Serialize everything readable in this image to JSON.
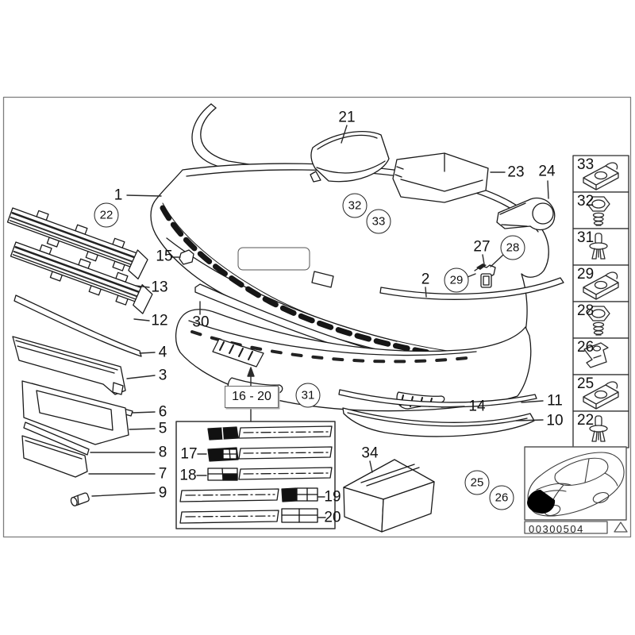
{
  "diagram": {
    "footer_number": "00300504",
    "range_label": "16 - 20"
  },
  "callouts": {
    "plain": {
      "n1": "1",
      "n2": "2",
      "n3": "3",
      "n4": "4",
      "n5": "5",
      "n6": "6",
      "n7": "7",
      "n8": "8",
      "n9": "9",
      "n10": "10",
      "n11": "11",
      "n12": "12",
      "n13": "13",
      "n14": "14",
      "n15": "15",
      "n17": "17",
      "n18": "18",
      "n19": "19",
      "n20": "20",
      "n21": "21",
      "n23": "23",
      "n24": "24",
      "n27": "27",
      "n30": "30",
      "n34": "34"
    },
    "circled": {
      "n22": "22",
      "n25": "25",
      "n26": "26",
      "n28": "28",
      "n29": "29",
      "n31": "31",
      "n32": "32",
      "n33": "33"
    }
  },
  "legend": {
    "items": [
      {
        "num": "33",
        "icon": "clip-nut"
      },
      {
        "num": "32",
        "icon": "hex-screw"
      },
      {
        "num": "31",
        "icon": "expanding-rivet"
      },
      {
        "num": "29",
        "icon": "clip-nut"
      },
      {
        "num": "28",
        "icon": "hex-screw"
      },
      {
        "num": "26",
        "icon": "bracket"
      },
      {
        "num": "25",
        "icon": "clip-nut"
      },
      {
        "num": "22",
        "icon": "expanding-rivet"
      }
    ]
  }
}
